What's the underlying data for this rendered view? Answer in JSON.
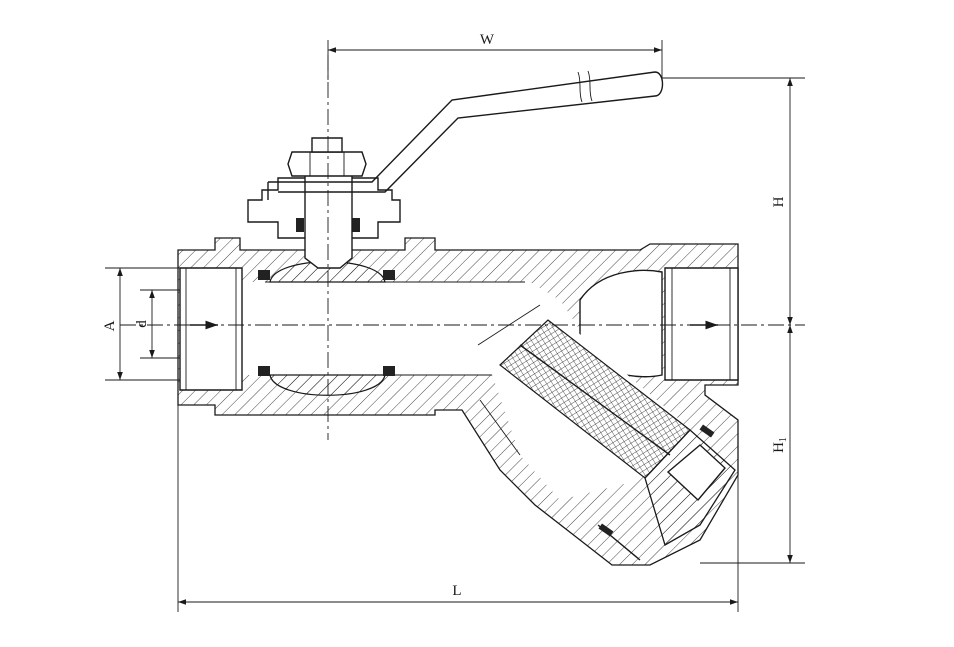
{
  "diagram": {
    "labels": {
      "width": "W",
      "height": "H",
      "height_lower": "H",
      "height_lower_sub": "1",
      "length": "L",
      "outer_diameter": "A",
      "inner_diameter": "d"
    },
    "colors": {
      "line": "#1a1a1a",
      "background": "#ffffff"
    }
  }
}
